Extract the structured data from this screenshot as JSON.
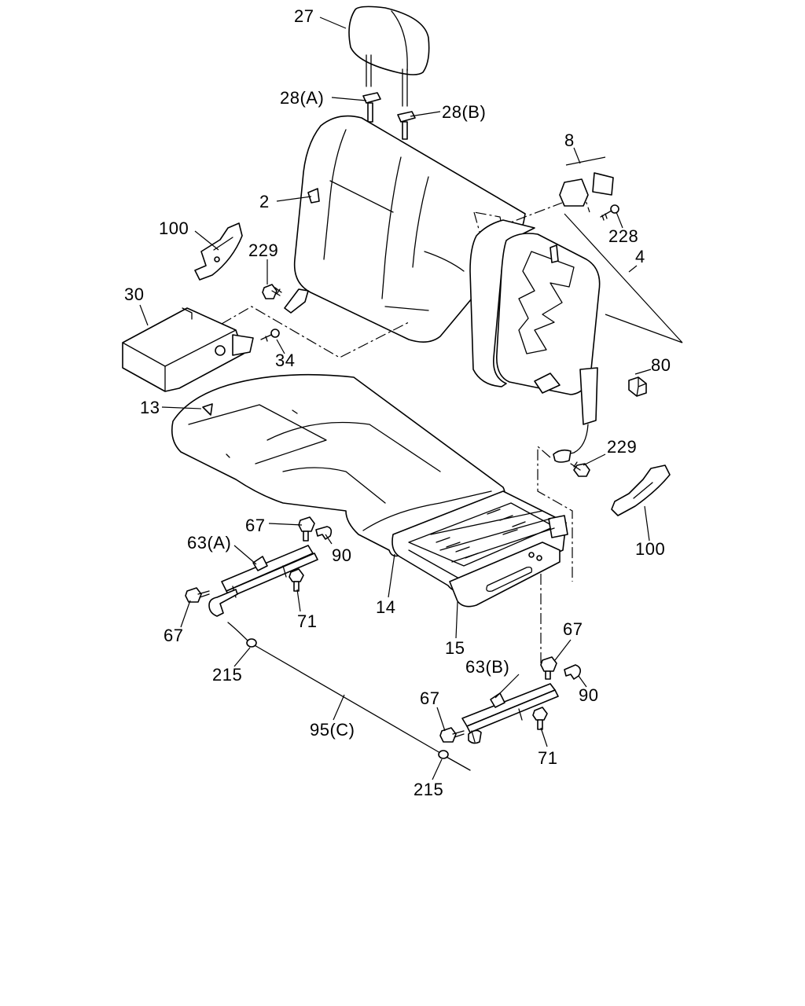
{
  "colors": {
    "line": "#000000",
    "background": "#ffffff"
  },
  "callouts": {
    "headrest": "27",
    "guide_a": "28(A)",
    "guide_b": "28(B)",
    "seatback_pad": "2",
    "bracket_8": "8",
    "screw_228": "228",
    "back_frame": "4",
    "cover_left": "100",
    "bolt_229_left": "229",
    "armrest": "30",
    "screw_34": "34",
    "nut_80": "80",
    "cushion_pad": "13",
    "bolt_229_right": "229",
    "cover_right": "100",
    "bolt_67_top_left": "67",
    "clip_90_left": "90",
    "slide_a": "63(A)",
    "cushion_frame": "14",
    "bolt_71_left": "71",
    "bolt_67_left": "67",
    "bracket_15": "15",
    "bolt_67_right_top": "67",
    "washer_215_left": "215",
    "slide_b": "63(B)",
    "clip_90_right": "90",
    "cable": "95(C)",
    "bolt_67_right": "67",
    "bolt_71_right": "71",
    "washer_215_right": "215"
  }
}
